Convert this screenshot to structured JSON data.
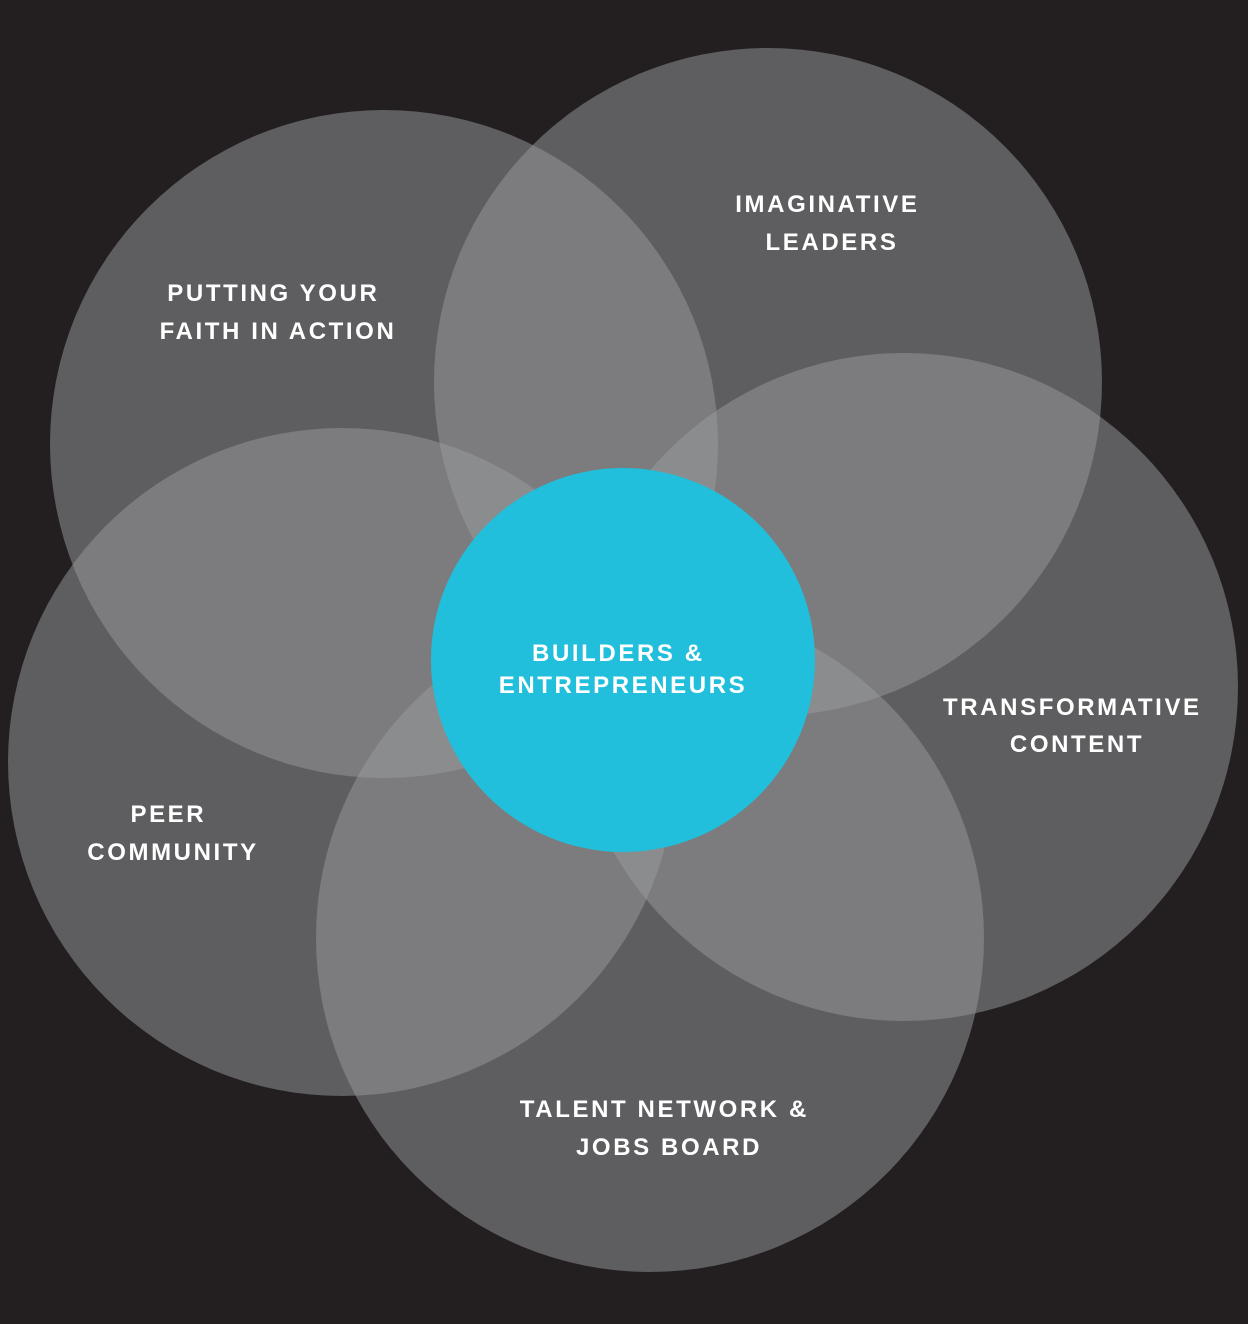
{
  "colors": {
    "background": "#231f20",
    "circle_fill": "#9a9b9d",
    "center_fill": "#21bfdb",
    "text": "#ffffff"
  },
  "diagram": {
    "outer_circles": [
      {
        "id": "faith",
        "line1": "PUTTING YOUR",
        "line2": "FAITH IN ACTION"
      },
      {
        "id": "leaders",
        "line1": "IMAGINATIVE",
        "line2": "LEADERS"
      },
      {
        "id": "content",
        "line1": "TRANSFORMATIVE",
        "line2": "CONTENT"
      },
      {
        "id": "talent",
        "line1": "TALENT NETWORK &",
        "line2": "JOBS BOARD"
      },
      {
        "id": "peer",
        "line1": "PEER",
        "line2": "COMMUNITY"
      }
    ],
    "center": {
      "line1": "BUILDERS &",
      "line2": "ENTREPRENEURS"
    }
  }
}
